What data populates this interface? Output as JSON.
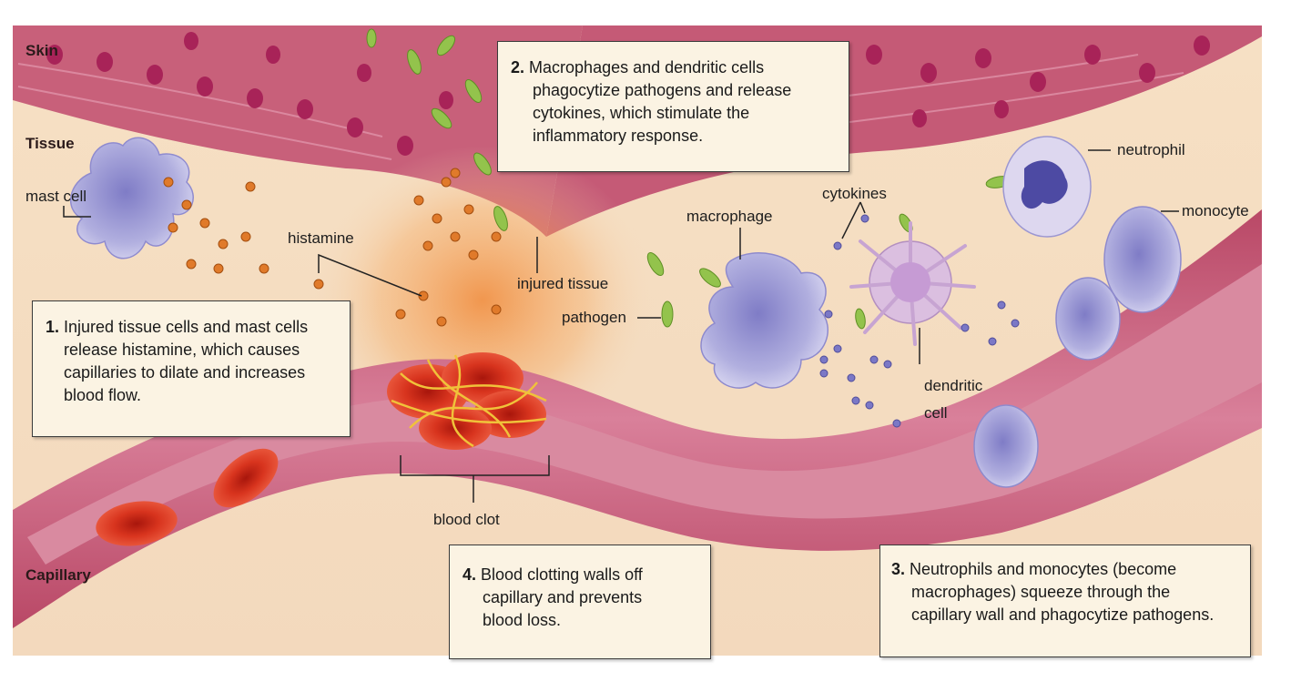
{
  "regions": {
    "skin": "Skin",
    "tissue": "Tissue",
    "capillary": "Capillary"
  },
  "labels": {
    "mast_cell": "mast cell",
    "histamine": "histamine",
    "injured_tissue": "injured tissue",
    "pathogen": "pathogen",
    "macrophage": "macrophage",
    "cytokines": "cytokines",
    "dendritic_line1": "dendritic",
    "dendritic_line2": "cell",
    "neutrophil": "neutrophil",
    "monocyte": "monocyte",
    "blood_clot": "blood clot"
  },
  "steps": [
    {
      "number": "1.",
      "lines": [
        "Injured tissue cells and mast cells",
        "release histamine, which causes",
        "capillaries to dilate and increases",
        "blood flow."
      ]
    },
    {
      "number": "2.",
      "lines": [
        "Macrophages and dendritic cells",
        "phagocytize pathogens and release",
        "cytokines, which stimulate the",
        "inflammatory response."
      ]
    },
    {
      "number": "3.",
      "lines": [
        "Neutrophils and monocytes (become",
        "macrophages) squeeze through the",
        "capillary wall and phagocytize pathogens."
      ]
    },
    {
      "number": "4.",
      "lines": [
        "Blood clotting walls off",
        "capillary and prevents",
        "blood loss."
      ]
    }
  ],
  "colors": {
    "skin": "#c9607a",
    "skin_cell_nucleus": "#b0285a",
    "tissue": "#f5dcc0",
    "vessel_wall": "#c95a78",
    "vessel_lumen": "#d67a92",
    "red_blood_cell": "#d8321e",
    "pathogen": "#8fc24a",
    "histamine": "#e0782a",
    "immune_cell": "#a9a6d6",
    "cytokine": "#7a78c4"
  }
}
